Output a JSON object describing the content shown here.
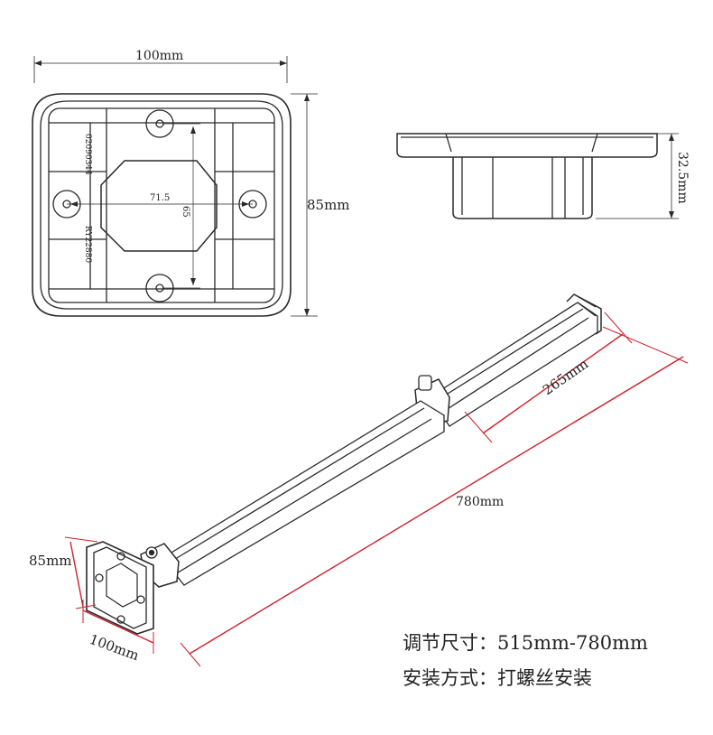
{
  "top_view": {
    "width_label": "100mm",
    "height_label": "85mm",
    "inner_width_label": "71.5",
    "inner_height_label": "65",
    "code_top": "02090344",
    "code_bottom": "RY22880"
  },
  "side_view": {
    "height_label": "32.5mm"
  },
  "pole_view": {
    "length_label": "780mm",
    "section_label": "265mm",
    "base_height_label": "85mm",
    "base_width_label": "100mm"
  },
  "specs": {
    "adjust_label": "调节尺寸：",
    "adjust_value": "515mm-780mm",
    "install_label": "安装方式：",
    "install_value": "打螺丝安装"
  },
  "colors": {
    "line": "#2a2a2a",
    "dimension_red": "#d0202a"
  }
}
